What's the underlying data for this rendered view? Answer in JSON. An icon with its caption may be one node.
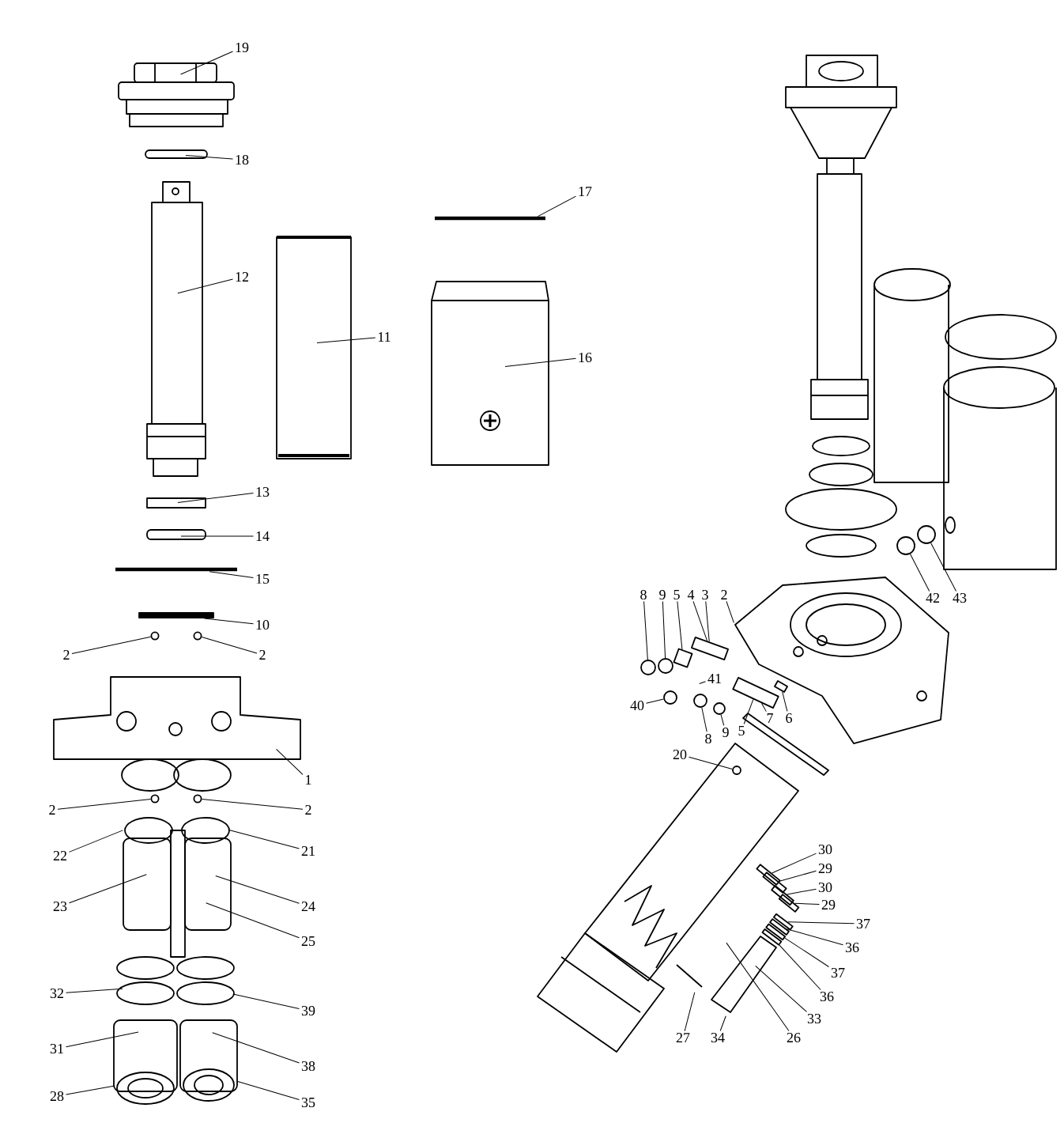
{
  "diagram": {
    "nodes": [
      {
        "text": [
          "19"
        ]
      },
      {
        "text": [
          "18"
        ]
      },
      {
        "text": [
          "12"
        ]
      },
      {
        "text": [
          "11"
        ]
      },
      {
        "text": [
          "17"
        ]
      },
      {
        "text": [
          "16"
        ]
      },
      {
        "text": [
          "13"
        ]
      },
      {
        "text": [
          "14"
        ]
      },
      {
        "text": [
          "15"
        ]
      },
      {
        "text": [
          "10"
        ]
      },
      {
        "text": [
          "2"
        ]
      },
      {
        "text": [
          "2"
        ]
      },
      {
        "text": [
          "1"
        ]
      },
      {
        "text": [
          "2"
        ]
      },
      {
        "text": [
          "2"
        ]
      },
      {
        "text": [
          "22"
        ]
      },
      {
        "text": [
          "21"
        ]
      },
      {
        "text": [
          "23"
        ]
      },
      {
        "text": [
          "24"
        ]
      },
      {
        "text": [
          "25"
        ]
      },
      {
        "text": [
          "32"
        ]
      },
      {
        "text": [
          "39"
        ]
      },
      {
        "text": [
          "31"
        ]
      },
      {
        "text": [
          "38"
        ]
      },
      {
        "text": [
          "28"
        ]
      },
      {
        "text": [
          "35"
        ]
      },
      {
        "text": [
          "42"
        ]
      },
      {
        "text": [
          "43"
        ]
      },
      {
        "text": [
          "8"
        ]
      },
      {
        "text": [
          "9"
        ]
      },
      {
        "text": [
          "5"
        ]
      },
      {
        "text": [
          "4"
        ]
      },
      {
        "text": [
          "3"
        ]
      },
      {
        "text": [
          "2"
        ]
      },
      {
        "text": [
          "41"
        ]
      },
      {
        "text": [
          "40"
        ]
      },
      {
        "text": [
          "8"
        ]
      },
      {
        "text": [
          "9"
        ]
      },
      {
        "text": [
          "5"
        ]
      },
      {
        "text": [
          "7"
        ]
      },
      {
        "text": [
          "6"
        ]
      },
      {
        "text": [
          "20"
        ]
      },
      {
        "text": [
          "30"
        ]
      },
      {
        "text": [
          "29"
        ]
      },
      {
        "text": [
          "30"
        ]
      },
      {
        "text": [
          "29"
        ]
      },
      {
        "text": [
          "37"
        ]
      },
      {
        "text": [
          "36"
        ]
      },
      {
        "text": [
          "37"
        ]
      },
      {
        "text": [
          "36"
        ]
      },
      {
        "text": [
          "33"
        ]
      },
      {
        "text": [
          "27"
        ]
      },
      {
        "text": [
          "34"
        ]
      },
      {
        "text": [
          "26"
        ]
      },
      {
        "text": [],
        "shape": "circle"
      },
      {
        "text": [],
        "shape": "circle"
      },
      {
        "text": [],
        "shape": "circle"
      },
      {
        "text": [],
        "shape": "circle"
      },
      {
        "text": [],
        "shape": "circle"
      },
      {
        "text": [],
        "shape": "circle"
      },
      {
        "text": [],
        "shape": "circle"
      },
      {
        "text": [],
        "shape": "circle"
      },
      {
        "text": [],
        "shape": "circle"
      },
      {
        "text": [],
        "shape": "circle"
      },
      {
        "text": [],
        "shape": "circle"
      },
      {
        "text": [],
        "shape": "bar"
      },
      {
        "text": [],
        "shape": "box"
      },
      {
        "text": [],
        "shape": "box"
      },
      {
        "text": [],
        "shape": "box"
      },
      {
        "text": [],
        "shape": "box"
      },
      {
        "text": [],
        "shape": "box"
      },
      {
        "text": [],
        "shape": "box"
      },
      {
        "text": [],
        "shape": "box"
      },
      {
        "text": [],
        "shape": "circle"
      },
      {
        "text": [],
        "shape": "box"
      },
      {
        "text": [],
        "shape": "box"
      },
      {
        "text": [],
        "shape": "box"
      },
      {
        "text": [],
        "shape": "box"
      },
      {
        "text": [],
        "shape": "box"
      }
    ],
    "edges": [
      {
        "from": 0,
        "to": null,
        "arrow": "none"
      },
      {
        "from": 1,
        "to": null,
        "arrow": "none"
      },
      {
        "from": 2,
        "to": null,
        "arrow": "none"
      },
      {
        "from": 3,
        "to": null,
        "arrow": "none"
      },
      {
        "from": 4,
        "to": null,
        "arrow": "none"
      },
      {
        "from": 5,
        "to": null,
        "arrow": "none"
      },
      {
        "from": 6,
        "to": null,
        "arrow": "none"
      },
      {
        "from": 7,
        "to": null,
        "arrow": "none"
      },
      {
        "from": 8,
        "to": null,
        "arrow": "none"
      },
      {
        "from": 9,
        "to": 65,
        "arrow": "none"
      },
      {
        "from": 10,
        "to": 54,
        "arrow": "none"
      },
      {
        "from": 11,
        "to": 55,
        "arrow": "none"
      },
      {
        "from": 12,
        "to": null,
        "arrow": "none"
      },
      {
        "from": 13,
        "to": 56,
        "arrow": "none"
      },
      {
        "from": 14,
        "to": 57,
        "arrow": "none"
      },
      {
        "from": 15,
        "to": null,
        "arrow": "none"
      },
      {
        "from": 16,
        "to": null,
        "arrow": "none"
      },
      {
        "from": 17,
        "to": null,
        "arrow": "none"
      },
      {
        "from": 18,
        "to": null,
        "arrow": "none"
      },
      {
        "from": 19,
        "to": null,
        "arrow": "none"
      },
      {
        "from": 20,
        "to": null,
        "arrow": "none"
      },
      {
        "from": 21,
        "to": null,
        "arrow": "none"
      },
      {
        "from": 22,
        "to": null,
        "arrow": "none"
      },
      {
        "from": 23,
        "to": null,
        "arrow": "none"
      },
      {
        "from": 24,
        "to": null,
        "arrow": "none"
      },
      {
        "from": 25,
        "to": null,
        "arrow": "none"
      },
      {
        "from": 26,
        "to": 58,
        "arrow": "none"
      },
      {
        "from": 27,
        "to": 59,
        "arrow": "none"
      },
      {
        "from": 28,
        "to": 63,
        "arrow": "none"
      },
      {
        "from": 29,
        "to": 64,
        "arrow": "none"
      },
      {
        "from": 30,
        "to": 78,
        "arrow": "none"
      },
      {
        "from": 31,
        "to": 70,
        "arrow": "none"
      },
      {
        "from": 32,
        "to": 70,
        "arrow": "none"
      },
      {
        "from": 33,
        "to": null,
        "arrow": "none"
      },
      {
        "from": 34,
        "to": null,
        "arrow": "none"
      },
      {
        "from": 35,
        "to": 60,
        "arrow": "none"
      },
      {
        "from": 36,
        "to": 61,
        "arrow": "none"
      },
      {
        "from": 37,
        "to": 62,
        "arrow": "none"
      },
      {
        "from": 38,
        "to": 71,
        "arrow": "none"
      },
      {
        "from": 39,
        "to": 71,
        "arrow": "none"
      },
      {
        "from": 40,
        "to": 72,
        "arrow": "none"
      },
      {
        "from": 41,
        "to": 73,
        "arrow": "none"
      },
      {
        "from": 42,
        "to": 66,
        "arrow": "none"
      },
      {
        "from": 43,
        "to": 67,
        "arrow": "none"
      },
      {
        "from": 44,
        "to": 68,
        "arrow": "none"
      },
      {
        "from": 45,
        "to": 69,
        "arrow": "none"
      },
      {
        "from": 46,
        "to": 74,
        "arrow": "none"
      },
      {
        "from": 47,
        "to": 75,
        "arrow": "none"
      },
      {
        "from": 48,
        "to": 76,
        "arrow": "none"
      },
      {
        "from": 49,
        "to": 77,
        "arrow": "none"
      },
      {
        "from": 50,
        "to": null,
        "arrow": "none"
      },
      {
        "from": 51,
        "to": null,
        "arrow": "none"
      },
      {
        "from": 52,
        "to": null,
        "arrow": "none"
      },
      {
        "from": 53,
        "to": null,
        "arrow": "none"
      }
    ]
  }
}
